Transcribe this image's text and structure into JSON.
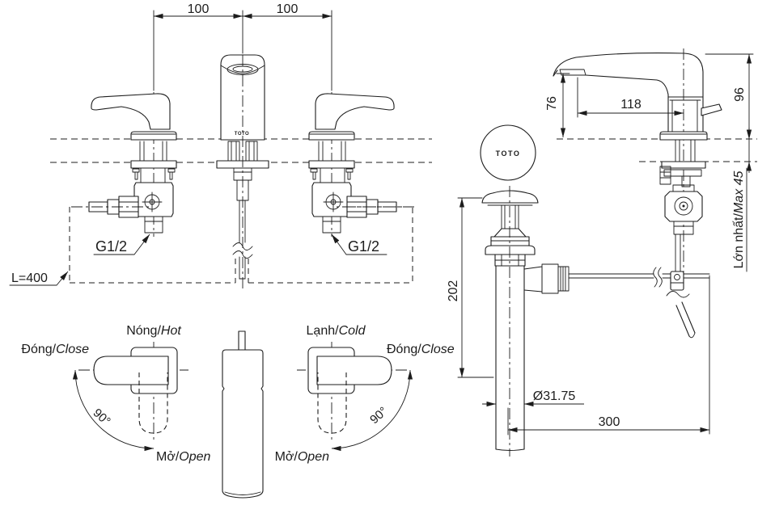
{
  "brand": "TOTO",
  "front_view": {
    "dim_left": "100",
    "dim_right": "100",
    "thread_left": "G1/2",
    "thread_right": "G1/2",
    "hose_length": "L=400"
  },
  "handles": {
    "hot": {
      "vi": "Nóng/",
      "en": "Hot"
    },
    "cold": {
      "vi": "Lạnh/",
      "en": "Cold"
    },
    "close": {
      "vi": "Đóng/",
      "en": "Close"
    },
    "open": {
      "vi": "Mở/",
      "en": "Open"
    },
    "angle": "90°"
  },
  "side_view": {
    "spout_height": "76",
    "spout_reach": "118",
    "total_height": "96",
    "deck_max": {
      "vi": "Lớn nhất/",
      "en": "Max 45"
    },
    "drain_height": "202",
    "drain_diameter": "Ø31.75",
    "rod_reach": "300"
  }
}
